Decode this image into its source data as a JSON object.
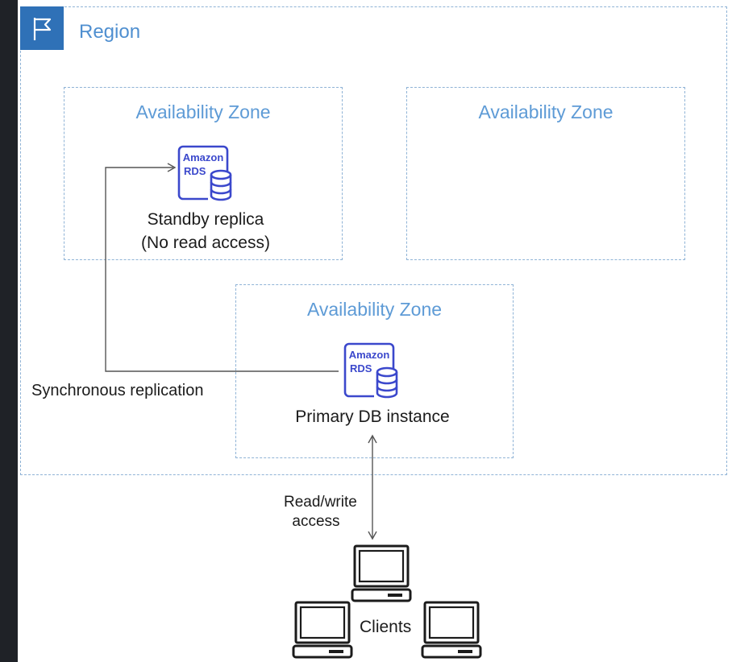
{
  "region": {
    "label": "Region",
    "icon": "flag-icon"
  },
  "zones": {
    "standby": {
      "title": "Availability Zone",
      "instance_label": "Standby replica",
      "instance_sub": "(No read access)"
    },
    "empty": {
      "title": "Availability Zone"
    },
    "primary": {
      "title": "Availability Zone",
      "instance_label": "Primary DB instance"
    }
  },
  "rds_icon": {
    "line1": "Amazon",
    "line2": "RDS",
    "color": "#3b48cc"
  },
  "replication_label": "Synchronous replication",
  "access_label": {
    "line1": "Read/write",
    "line2": "access"
  },
  "clients_label": "Clients",
  "colors": {
    "accent": "#2f71b7",
    "zone_text": "#5e9bd6",
    "dash": "#8fb3d6"
  }
}
